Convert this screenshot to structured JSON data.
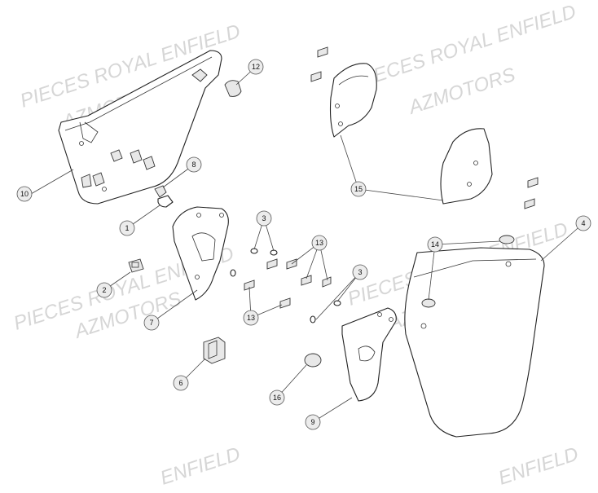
{
  "watermark": {
    "line1": "PIECES ROYAL ENFIELD",
    "line2": "AZMOTORS",
    "partial": "ENFIELD"
  },
  "callouts": {
    "c1": "1",
    "c2": "2",
    "c3a": "3",
    "c3b": "3",
    "c4": "4",
    "c6": "6",
    "c7": "7",
    "c8": "8",
    "c9": "9",
    "c10": "10",
    "c12": "12",
    "c13a": "13",
    "c13b": "13",
    "c14": "14",
    "c15": "15",
    "c16": "16"
  }
}
